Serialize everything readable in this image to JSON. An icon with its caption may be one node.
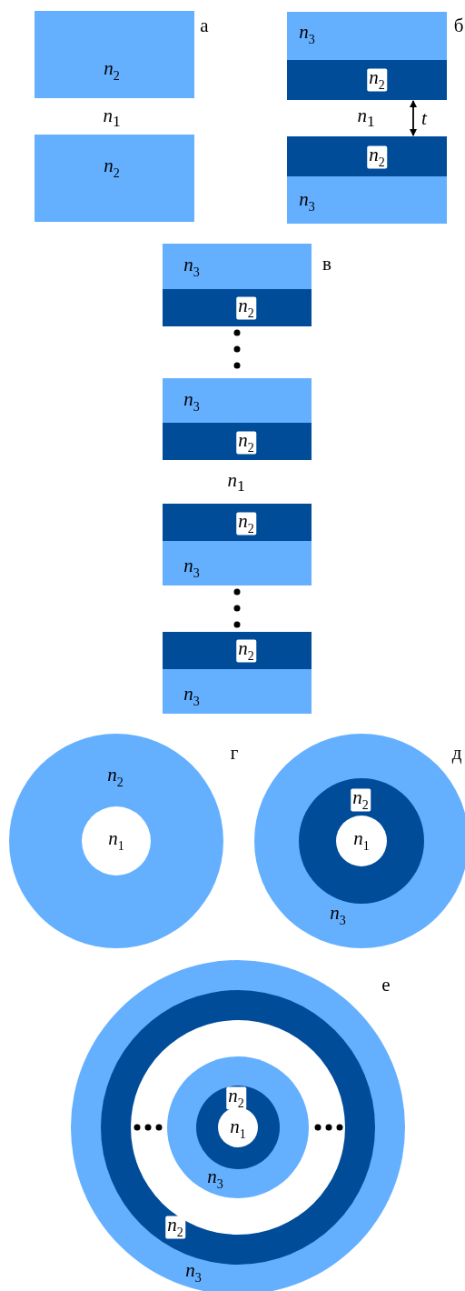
{
  "diagram": {
    "nodes": [
      {
        "text": [
          "*n*$_{2}$"
        ]
      },
      {
        "text": [
          "*n*$_{2}$"
        ]
      },
      {
        "text": [
          "*n*$_{3}$"
        ]
      },
      {
        "text": [
          "*n*$_{2}$"
        ]
      },
      {
        "text": [
          "*n*$_{2}$"
        ]
      },
      {
        "text": [
          "*n*$_{3}$"
        ]
      },
      {
        "text": [
          "*n*$_{3}$"
        ]
      },
      {
        "text": [
          "*n*$_{2}$"
        ]
      },
      {
        "text": [
          "*n*$_{3}$"
        ]
      },
      {
        "text": [
          "*n*$_{2}$"
        ]
      },
      {
        "text": [
          "*n*$_{2}$"
        ]
      },
      {
        "text": [
          "*n*$_{3}$"
        ]
      },
      {
        "text": [
          "*n*$_{2}$"
        ]
      },
      {
        "text": [
          "*n*$_{3}$"
        ]
      },
      {
        "text": [
          "*n*$_{2}$"
        ]
      },
      {
        "text": [
          "*n*$_{1}$"
        ],
        "in": 14
      },
      {
        "text": [
          "*n*$_{3}$"
        ]
      },
      {
        "text": [
          "*n*$_{2}$"
        ],
        "in": 16
      },
      {
        "text": [
          "*n*$_{1}$"
        ],
        "in": 17
      },
      {
        "text": [
          "*n*$_{3}$"
        ]
      },
      {
        "text": [
          "*n*$_{2}$"
        ],
        "in": 19
      },
      {
        "text": [
          "*n*$_{3}$"
        ],
        "in": 20
      },
      {
        "text": [
          "*n*$_{2}$"
        ],
        "in": 21
      },
      {
        "text": [
          "*n*$_{1}$"
        ],
        "in": 22
      }
    ],
    "edges": [
      {
        "from": 3,
        "to": 4,
        "arrow": "both",
        "label": "t"
      }
    ],
    "labels": [
      "а",
      "*n*$_{1}$",
      "б",
      "*n*$_{1}$",
      "в",
      "*n*$_{1}$",
      "г",
      "д",
      "е"
    ]
  }
}
